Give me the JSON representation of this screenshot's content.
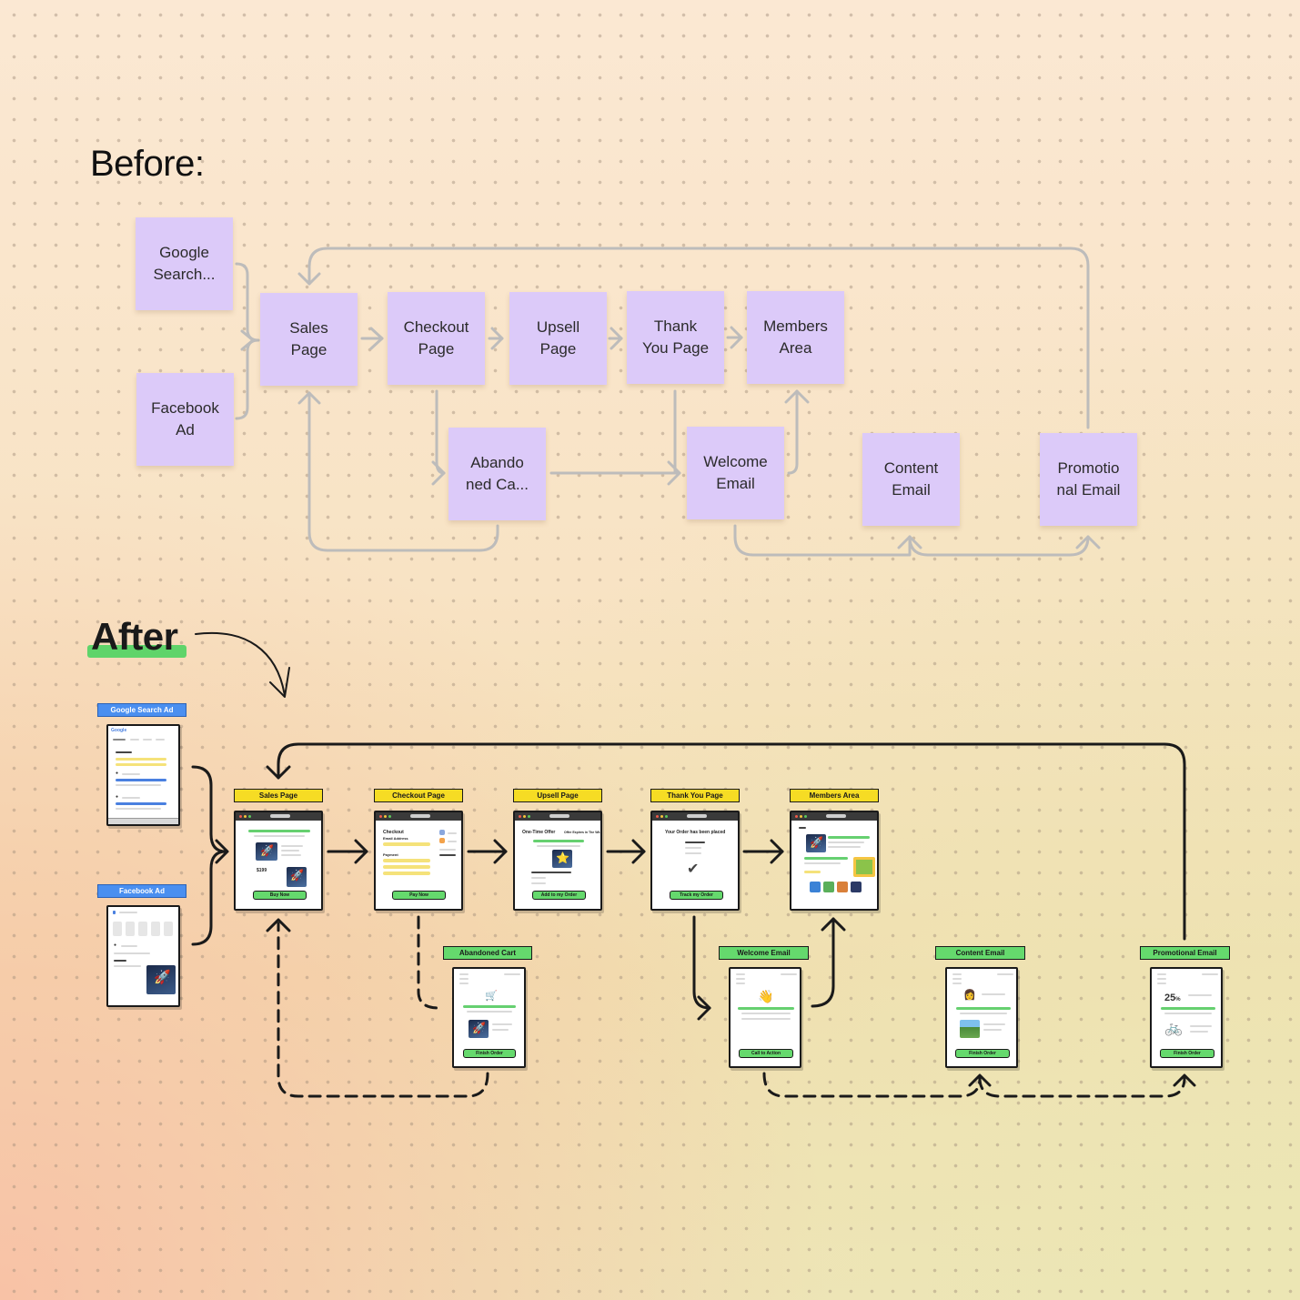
{
  "headings": {
    "before": "Before:",
    "after": "After"
  },
  "before": {
    "stickies": {
      "google": "Google\nSearch...",
      "facebook": "Facebook\nAd",
      "sales": "Sales\nPage",
      "checkout": "Checkout\nPage",
      "upsell": "Upsell\nPage",
      "thankyou": "Thank\nYou Page",
      "members": "Members\nArea",
      "abandoned": "Abando\nned Ca...",
      "welcome": "Welcome\nEmail",
      "content": "Content\nEmail",
      "promo": "Promotio\nnal Email"
    }
  },
  "after": {
    "labels": {
      "google": "Google Search Ad",
      "facebook": "Facebook Ad",
      "sales": "Sales Page",
      "checkout": "Checkout Page",
      "upsell": "Upsell Page",
      "thankyou": "Thank You Page",
      "members": "Members Area",
      "abandoned": "Abandoned Cart",
      "welcome": "Welcome Email",
      "content": "Content Email",
      "promo": "Promotional Email"
    },
    "buttons": {
      "sales": "Buy Now",
      "checkout": "Pay Now",
      "upsell": "Add to my Order",
      "thankyou": "Track my Order",
      "abandoned": "Finish Order",
      "welcome": "Call to Action",
      "content": "Finish Order",
      "promo": "Finish Order"
    },
    "texts": {
      "google_logo": "Google",
      "sales_price": "$199",
      "checkout_title": "Checkout",
      "checkout_email": "Email Address",
      "checkout_payment": "Payment",
      "upsell_title": "One-Time Offer",
      "upsell_sub": "Offer Expires in The Wk",
      "thankyou_title": "Your Order has been placed",
      "promo_discount": "25",
      "promo_percent": "%"
    },
    "icons": {
      "cart": "🛒",
      "wave": "👋",
      "person": "👩",
      "bike": "🚲",
      "check": "✔",
      "star": "⭐",
      "rocket": "🚀"
    }
  },
  "colors": {
    "sticky": "#dccaf9",
    "connector_before": "#bdbcbb",
    "connector_after": "#1a1a1a",
    "tag_yellow": "#f6dc24",
    "tag_green": "#65d96d",
    "tag_blue": "#4a8ff0"
  }
}
